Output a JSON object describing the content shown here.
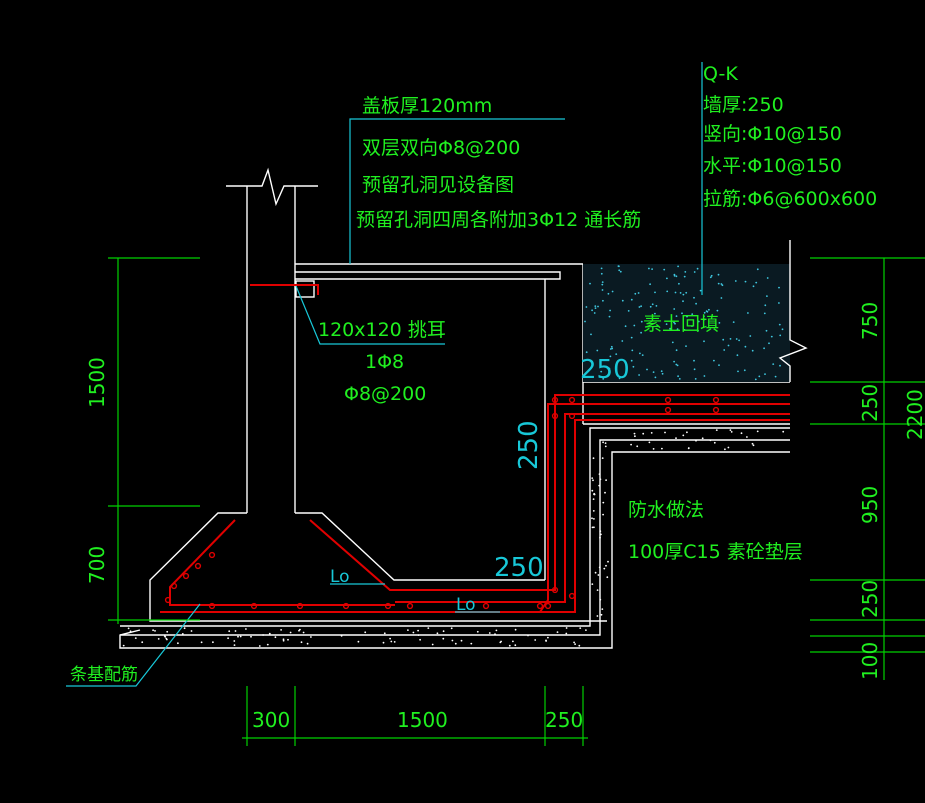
{
  "colors": {
    "background": "#000000",
    "structure": "#ffffff",
    "rebar": "#e00000",
    "annotation": "#20f020",
    "dimension_cyan": "#18c8d8",
    "dimension_line": "#00d000"
  },
  "notes": {
    "cover_thickness": "盖板厚120mm",
    "cover_rebar": "双层双向Φ8@200",
    "reserved_hole": "预留孔洞见设备图",
    "hole_edge_rebar": "预留孔洞四周各附加3Φ12 通长筋",
    "ledge": "120x120 挑耳",
    "ledge_rebar_1": "1Φ8",
    "ledge_rebar_2": "Φ8@200",
    "backfill": "素土回填",
    "waterproof": "防水做法",
    "cushion": "100厚C15 素砼垫层",
    "strip_footing_rebar": "条基配筋",
    "lap_1": "Lo",
    "lap_2": "Lo"
  },
  "wall": {
    "id": "Q-K",
    "thickness": "墙厚:250",
    "vertical": "竖向:Φ10@150",
    "horizontal": "水平:Φ10@150",
    "tie": "拉筋:Φ6@600x600"
  },
  "dims": {
    "left_1500": "1500",
    "left_700": "700",
    "bottom_300": "300",
    "bottom_1500": "1500",
    "bottom_250": "250",
    "right_750": "750",
    "right_250a": "250",
    "right_950": "950",
    "right_250b": "250",
    "right_100": "100",
    "right_cut": "2200",
    "inner_250_top": "250",
    "inner_250_wall": "250",
    "inner_250_bottom": "250"
  }
}
